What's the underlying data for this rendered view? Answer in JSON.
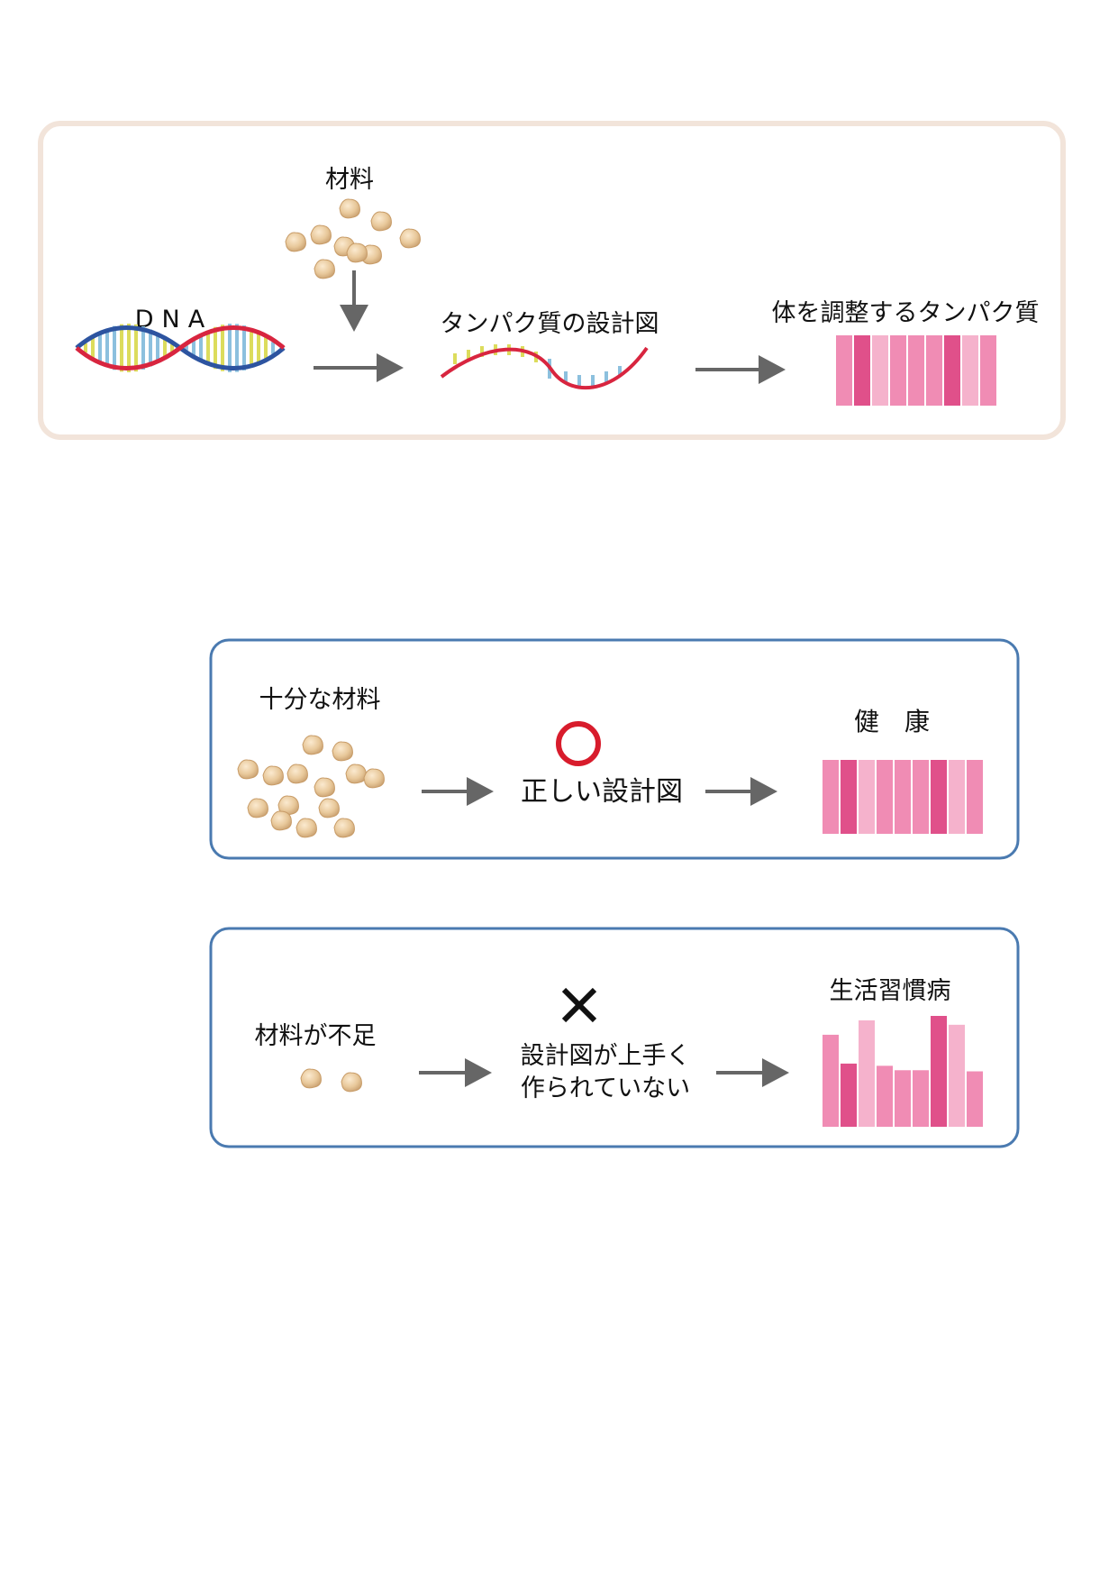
{
  "panel1": {
    "material_label": "材料",
    "dna_label": "DNA",
    "blueprint_label": "タンパク質の設計図",
    "protein_label": "体を調整するタンパク質"
  },
  "panel2": {
    "material_label": "十分な材料",
    "symbol": "○",
    "blueprint_label": "正しい設計図",
    "result_label": "健　康",
    "bar_levels": [
      1,
      1,
      1,
      1,
      1,
      1,
      1,
      1,
      1
    ]
  },
  "panel3": {
    "material_label": "材料が不足",
    "symbol": "×",
    "blueprint_line1": "設計図が上手く",
    "blueprint_line2": "作られていない",
    "result_label": "生活習慣病",
    "bar_levels": [
      0.83,
      0.57,
      0.96,
      0.55,
      0.51,
      0.51,
      1.0,
      0.92,
      0.5
    ]
  },
  "colors": {
    "panel1_border": "#f2e4da",
    "panel_border": "#4a7ab0",
    "arrow": "#666666",
    "dna_red": "#d8253f",
    "dna_blue": "#2d54a0",
    "rung_yellow": "#dcdc5c",
    "rung_blue": "#8cc0de",
    "pink_light": "#f5b2cc",
    "pink_mid": "#f08cb4",
    "pink_dark": "#e0508a",
    "material": "#e8c89a",
    "ok_circle": "#d81c2c"
  }
}
